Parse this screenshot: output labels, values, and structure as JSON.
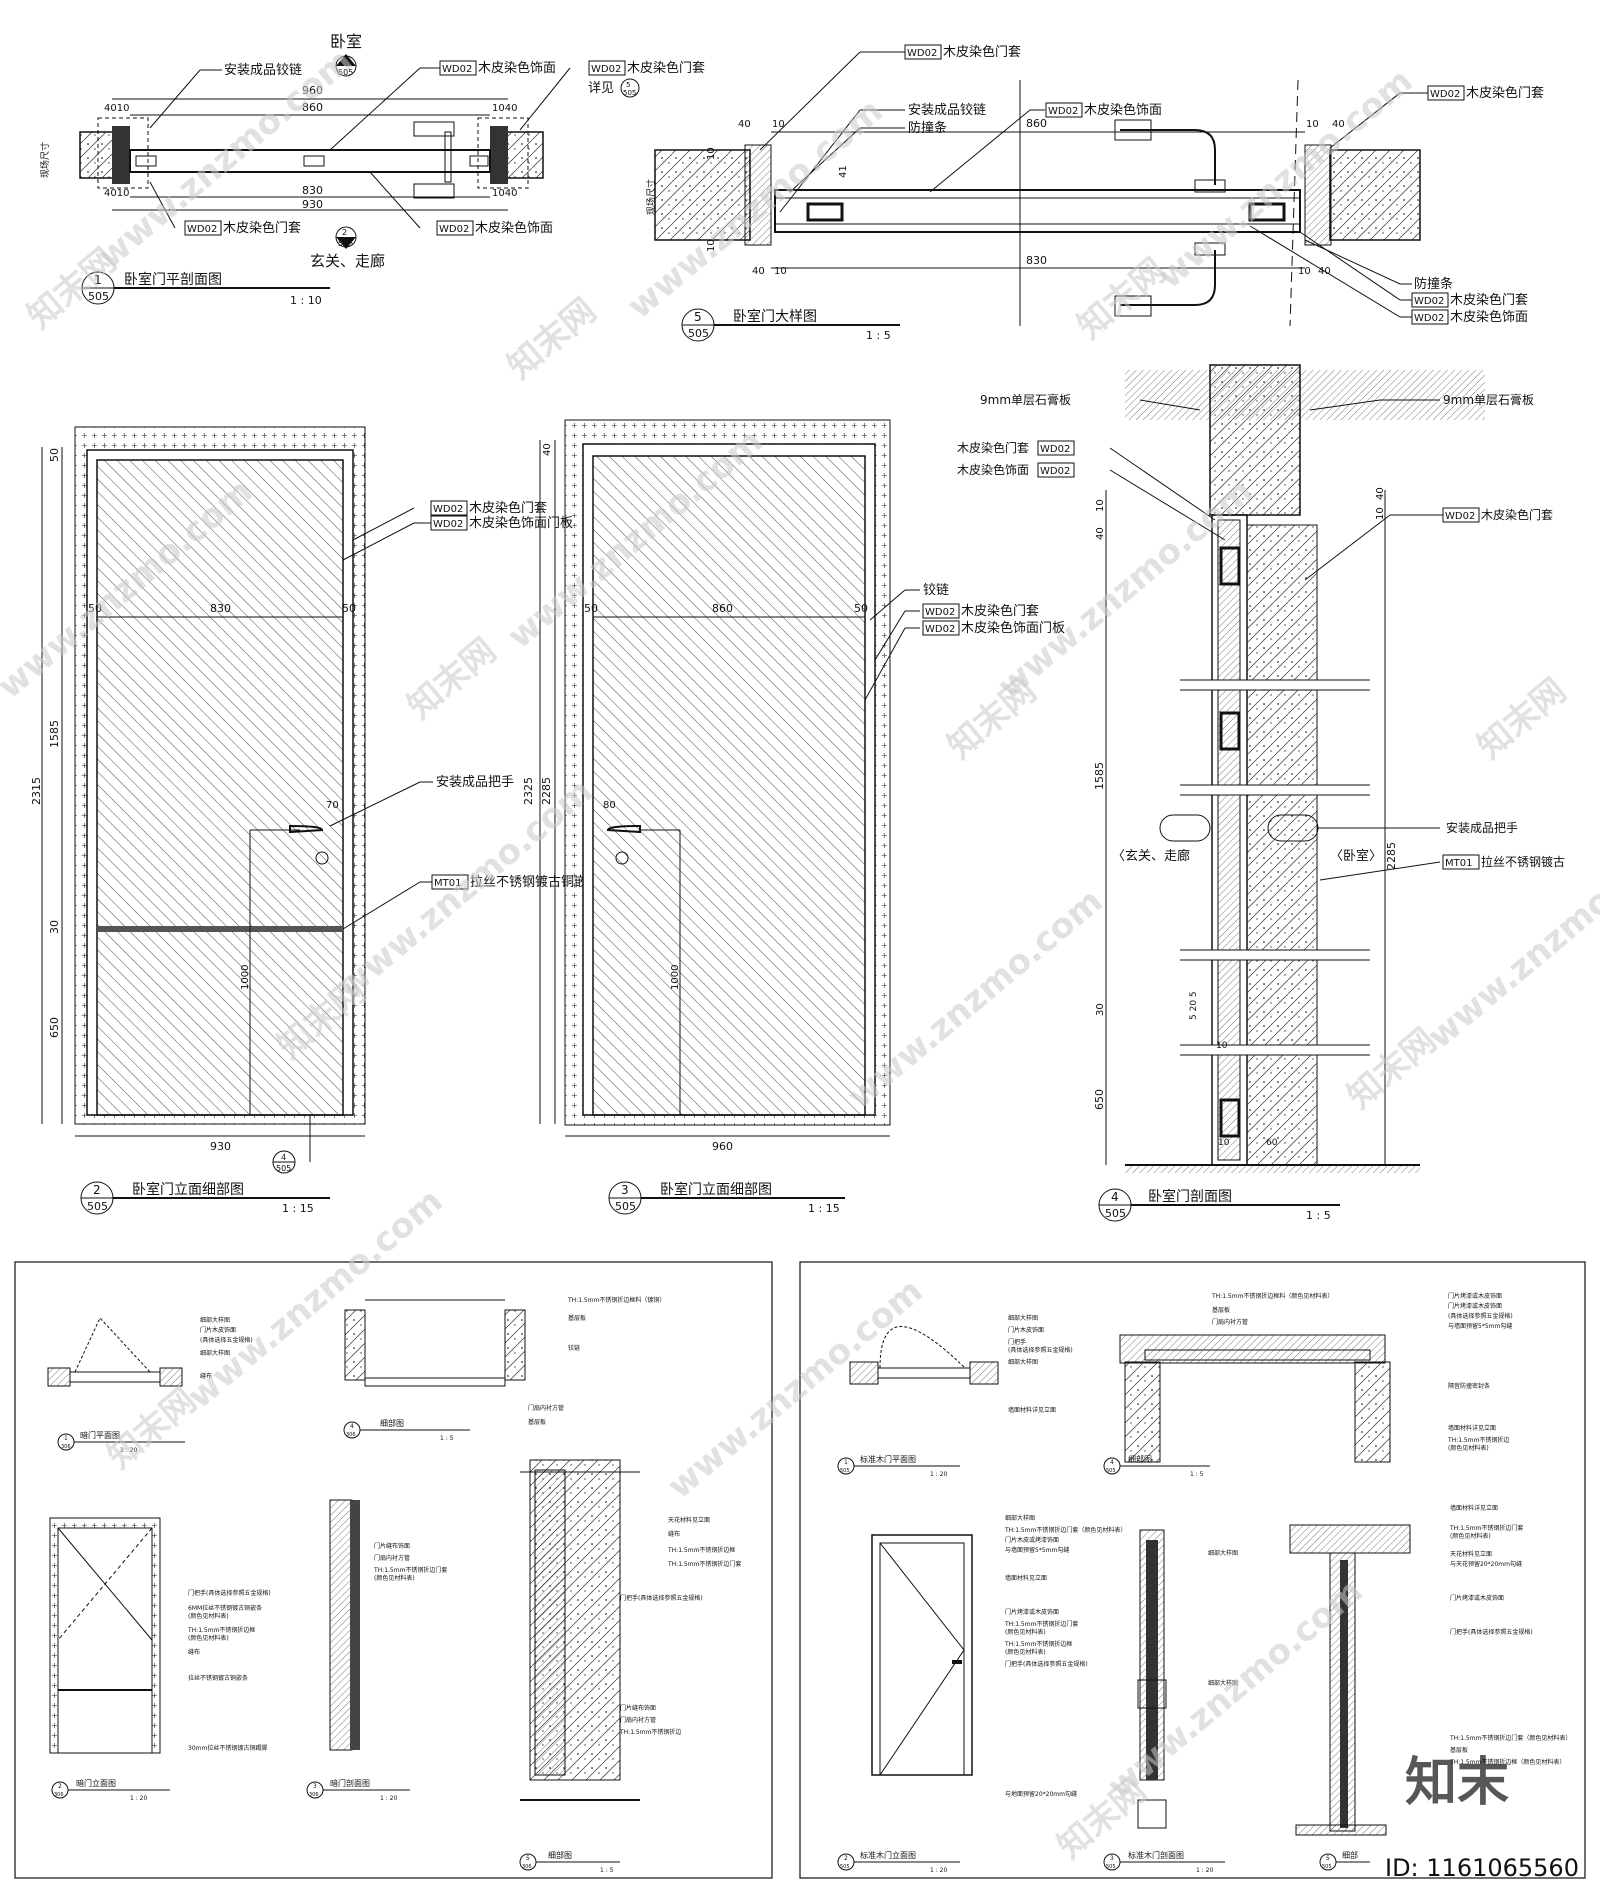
{
  "drawing_1": {
    "title": "卧室门平剖面图",
    "number": "1",
    "sheet": "505",
    "scale": "1 : 10",
    "room_top": "卧室",
    "room_bottom": "玄关、走廊",
    "callout_top": {
      "num": "3",
      "sheet": "505"
    },
    "callout_bottom": {
      "num": "2",
      "sheet": "505"
    },
    "detail_ref": {
      "num": "5",
      "sheet": "505"
    },
    "dims": {
      "d960": "960",
      "d860": "860",
      "d830": "830",
      "d930": "930",
      "d4010a": "4010",
      "d1040a": "1040",
      "d4010b": "4010",
      "d1040b": "1040"
    },
    "side_label": "现场尺寸",
    "labels": {
      "hinge": "安装成品铰链",
      "wd_panel_top": "木皮染色饰面",
      "wd_frame_top": "木皮染色门套",
      "detail": "详见",
      "wd_frame_bottom": "木皮染色门套",
      "wd_panel_bottom": "木皮染色饰面"
    },
    "tag": "WD02"
  },
  "drawing_5": {
    "title": "卧室门大样图",
    "number": "5",
    "sheet": "505",
    "scale": "1 : 5",
    "dims": {
      "d860": "860",
      "d830": "830",
      "d40a": "40",
      "d10a": "10",
      "d10b": "10",
      "d40b": "40",
      "d40c": "40",
      "d10c": "10",
      "d10d": "10",
      "d40d": "40",
      "d41": "41",
      "d10e": "10",
      "d10f": "10"
    },
    "side_label": "现场尺寸",
    "labels": {
      "wd_frame_top": "木皮染色门套",
      "hinge": "安装成品铰链",
      "bumper": "防撞条",
      "wd_panel": "木皮染色饰面",
      "wd_frame_right": "木皮染色门套",
      "bumper_r": "防撞条",
      "wd_frame_r2": "木皮染色门套",
      "wd_panel_r": "木皮染色饰面"
    },
    "tag": "WD02"
  },
  "drawing_2": {
    "title": "卧室门立面细部图",
    "number": "2",
    "sheet": "505",
    "scale": "1 : 15",
    "dims": {
      "d50a": "50",
      "d1585": "1585",
      "d2315": "2315",
      "d30": "30",
      "d650": "650",
      "d930": "930",
      "d830": "830",
      "d50b": "50",
      "d50c": "50",
      "d70": "70",
      "d1000": "1000"
    },
    "callout": {
      "num": "4",
      "sheet": "505"
    },
    "labels": {
      "wd_frame": "木皮染色门套",
      "wd_leaf": "木皮染色饰面门板",
      "handle": "安装成品把手",
      "mt": "拉丝不锈钢镀古铜嵌条"
    },
    "tags": {
      "wd": "WD02",
      "mt": "MT01"
    }
  },
  "drawing_3": {
    "title": "卧室门立面细部图",
    "number": "3",
    "sheet": "505",
    "scale": "1 : 15",
    "dims": {
      "d40": "40",
      "d2325": "2325",
      "d2285": "2285",
      "d960": "960",
      "d860": "860",
      "d50a": "50",
      "d50b": "50",
      "d80": "80",
      "d1000": "1000"
    },
    "labels": {
      "hinge": "铰链",
      "wd_frame": "木皮染色门套",
      "wd_leaf": "木皮染色饰面门板"
    },
    "tag": "WD02"
  },
  "drawing_4": {
    "title": "卧室门剖面图",
    "number": "4",
    "sheet": "505",
    "scale": "1 : 5",
    "dims": {
      "d10a": "10",
      "d40a": "40",
      "d10b": "10",
      "d40b": "40",
      "d1585": "1585",
      "d2285": "2285",
      "d30": "30",
      "d650": "650",
      "d520": "5 20 5",
      "d10c": "10",
      "d10d": "10",
      "d60": "60"
    },
    "labels": {
      "gypsum_l": "9mm单层石膏板",
      "gypsum_r": "9mm单层石膏板",
      "wd_frame_l": "木皮染色门套",
      "wd_panel_l": "木皮染色饰面",
      "wd_frame_r": "木皮染色门套",
      "handle": "安装成品把手",
      "mt": "拉丝不锈钢镀古",
      "left_room": "〈玄关、走廊",
      "right_room": "〈卧室〉"
    },
    "tags": {
      "wd": "WD02",
      "mt": "MT01"
    }
  },
  "sheet_left": {
    "plan_title": "暗门平面图",
    "plan_num": "1",
    "plan_sheet": "306",
    "plan_scale": "1 : 20",
    "detail_title": "细部图",
    "detail_num": "4",
    "detail_sheet": "306",
    "detail_scale": "1 : 5",
    "elev_title": "暗门立面图",
    "elev_num": "2",
    "elev_sheet": "306",
    "elev_scale": "1 : 20",
    "sect_title": "暗门剖面图",
    "sect_num": "3",
    "sect_sheet": "306",
    "sect_scale": "1 : 20",
    "detail2_title": "细部图",
    "detail2_num": "5",
    "detail2_sheet": "306",
    "detail2_scale": "1 : 5",
    "notes": [
      "细部大样图",
      "门片木皮饰面",
      "(具体选择五金规格)",
      "细部大样图",
      "缝布",
      "TH:1.5mm不锈钢折边框料（镀铜）",
      "基层板",
      "铰链",
      "门扇内衬方管",
      "基层板",
      "门把手(具体选择参照五金规格)",
      "6MM拉丝不锈钢镀古铜嵌条",
      "(颜色见材料表)",
      "TH:1.5mm不锈钢折边框",
      "(颜色见材料表)",
      "缝布",
      "拉丝不锈钢镀古铜嵌条",
      "30mm拉丝不锈钢镀古铜踢脚",
      "门片缝布饰面",
      "门扇内衬方管",
      "TH:1.5mm不锈钢折边门套",
      "(颜色见材料表)",
      "天花材料见立面",
      "缝布",
      "TH:1.5mm不锈钢折边框",
      "TH:1.5mm不锈钢折边门套",
      "门把手(具体选择参照五金规格)",
      "门片缝布饰面",
      "门扇内衬方管",
      "TH:1.5mm不锈钢折边"
    ]
  },
  "sheet_right": {
    "plan_title": "标准木门平面图",
    "plan_num": "1",
    "plan_sheet": "505",
    "plan_scale": "1 : 20",
    "detail_title": "细部图",
    "detail_num": "4",
    "detail_sheet": "505",
    "detail_scale": "1 : 5",
    "elev_title": "标准木门立面图",
    "elev_num": "2",
    "elev_sheet": "505",
    "elev_scale": "1 : 20",
    "sect_title": "标准木门剖面图",
    "sect_num": "3",
    "sect_sheet": "505",
    "sect_scale": "1 : 20",
    "detail2_title": "细部",
    "detail2_num": "5",
    "detail2_sheet": "505",
    "notes": [
      "细部大样图",
      "门片木皮饰面",
      "门把手",
      "(具体选择参照五金规格)",
      "细部大样图",
      "墙面材料详见立面",
      "TH:1.5mm不锈钢折边框料（颜色见材料表）",
      "基层板",
      "门扇内衬方管",
      "门片烤漆或木皮饰面",
      "门片烤漆或木皮饰面",
      "(具体选择参照五金规格)",
      "与墙面预留5*5mm勾缝",
      "隔音防撞密封条",
      "墙面材料详见立面",
      "TH:1.5mm不锈钢折边",
      "(颜色见材料表)",
      "细部大样图",
      "TH:1.5mm不锈钢折边门套（颜色见材料表）",
      "门片木皮或烤漆饰面",
      "与墙面预留5*5mm勾缝",
      "墙面材料见立面",
      "门片烤漆或木皮饰面",
      "TH:1.5mm不锈钢折边门套",
      "(颜色见材料表)",
      "TH:1.5mm不锈钢折边框",
      "(颜色见材料表)",
      "门把手(具体选择参照五金规格)",
      "细部大样图",
      "细部大样图",
      "与地面预留20*20mm勾缝",
      "墙面材料详见立面",
      "TH:1.5mm不锈钢折边门套",
      "(颜色见材料表)",
      "天花材料见立面",
      "与天花预留20*20mm勾缝",
      "门片烤漆或木皮饰面",
      "门把手(具体选择参照五金规格)",
      "TH:1.5mm不锈钢折边门套（颜色见材料表）",
      "基层板",
      "TH:1.5mm不锈钢折边框（颜色见材料表）"
    ]
  },
  "watermark": {
    "brand": "知末网",
    "url": "www.znzmo.com",
    "logo": "知末",
    "id": "ID: 1161065560"
  }
}
